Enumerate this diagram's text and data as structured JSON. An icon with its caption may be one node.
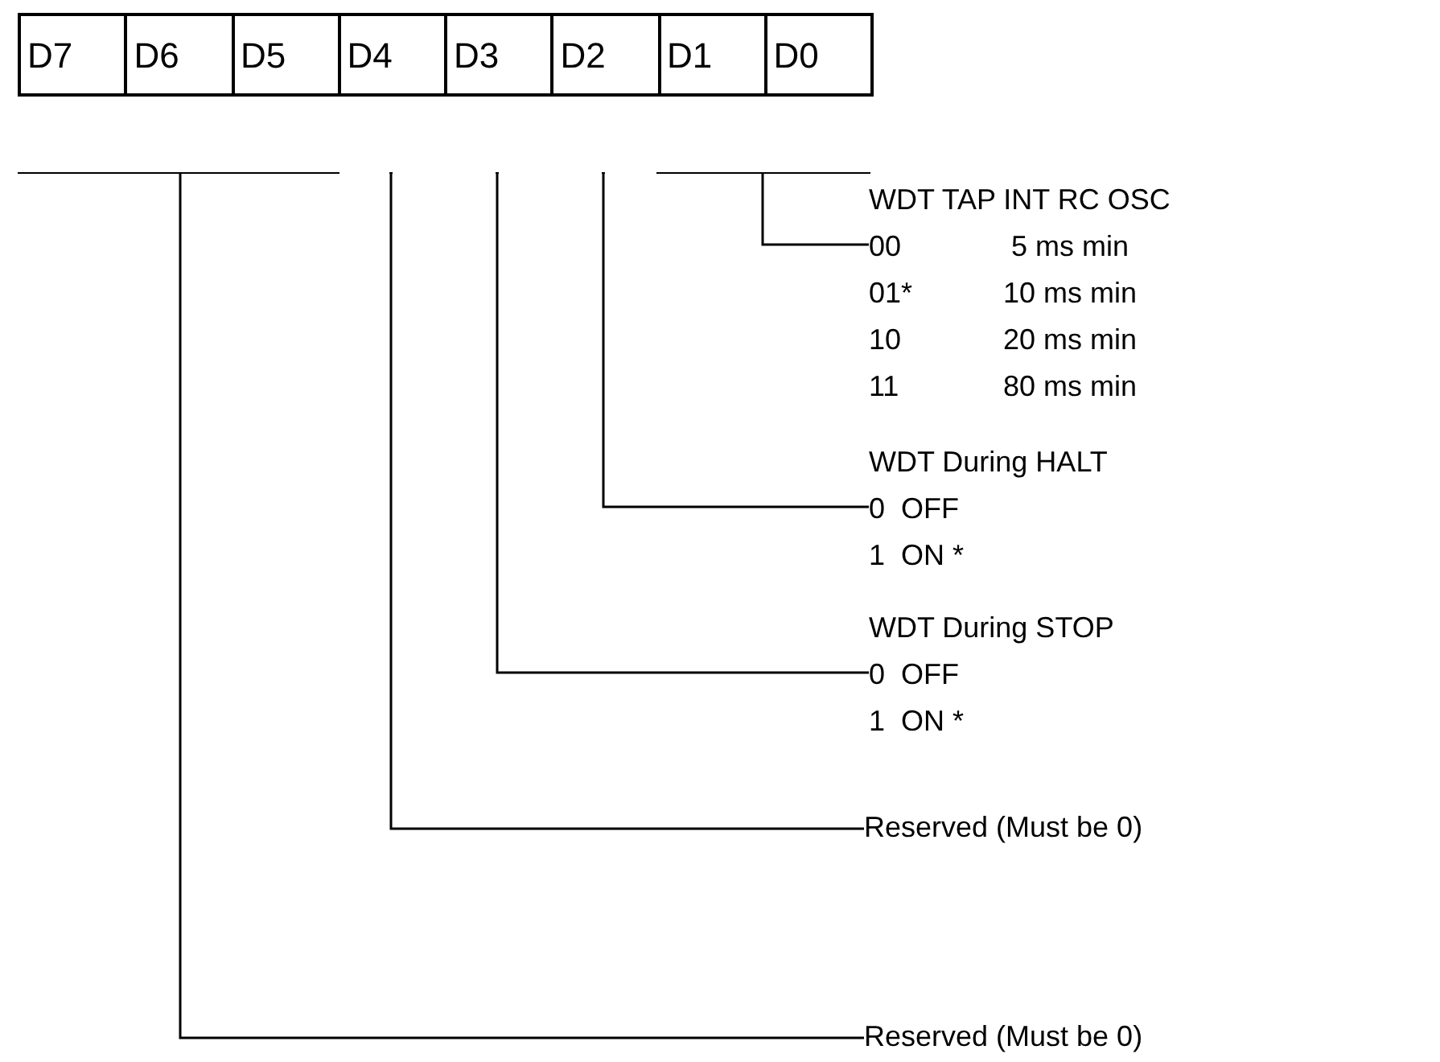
{
  "diagram": {
    "nodes": [
      {
        "text": [
          "D7"
        ]
      },
      {
        "text": [
          "D6"
        ]
      },
      {
        "text": [
          "D5"
        ]
      },
      {
        "text": [
          "D4"
        ]
      },
      {
        "text": [
          "D3"
        ]
      },
      {
        "text": [
          "D2"
        ]
      },
      {
        "text": [
          "D1"
        ]
      },
      {
        "text": [
          "D0"
        ]
      },
      {
        "text": [],
        "shape": "bar"
      },
      {
        "text": [],
        "shape": "bar"
      },
      {
        "text": [],
        "shape": "bar"
      },
      {
        "text": [],
        "shape": "bar"
      },
      {
        "text": [],
        "shape": "bar"
      },
      {
        "text": [
          "WDT TAP INT RC OSC",
          "00",
          "5 ms min",
          "01*",
          "10 ms min",
          "10",
          "20 ms min",
          "11",
          "80 ms min"
        ]
      },
      {
        "text": [
          "WDT During HALT",
          "0  OFF",
          "1  ON *"
        ]
      },
      {
        "text": [
          "WDT During STOP",
          "0  OFF",
          "1  ON *"
        ]
      },
      {
        "text": [
          "Reserved (Must be 0)"
        ]
      },
      {
        "text": [
          "Reserved (Must be 0)"
        ]
      }
    ],
    "edges": [
      {
        "from": 13,
        "to": 12,
        "arrow": "none"
      },
      {
        "from": 14,
        "to": 11,
        "arrow": "none"
      },
      {
        "from": 15,
        "to": 10,
        "arrow": "none"
      },
      {
        "from": 16,
        "to": 9,
        "arrow": "none"
      },
      {
        "from": 17,
        "to": 8,
        "arrow": "none"
      }
    ]
  }
}
